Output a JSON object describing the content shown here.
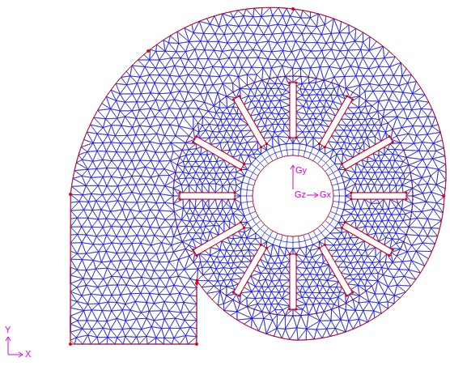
{
  "diagram": {
    "labels": [
      "Gy",
      "Gz",
      "Gx",
      "Y",
      "X"
    ]
  }
}
